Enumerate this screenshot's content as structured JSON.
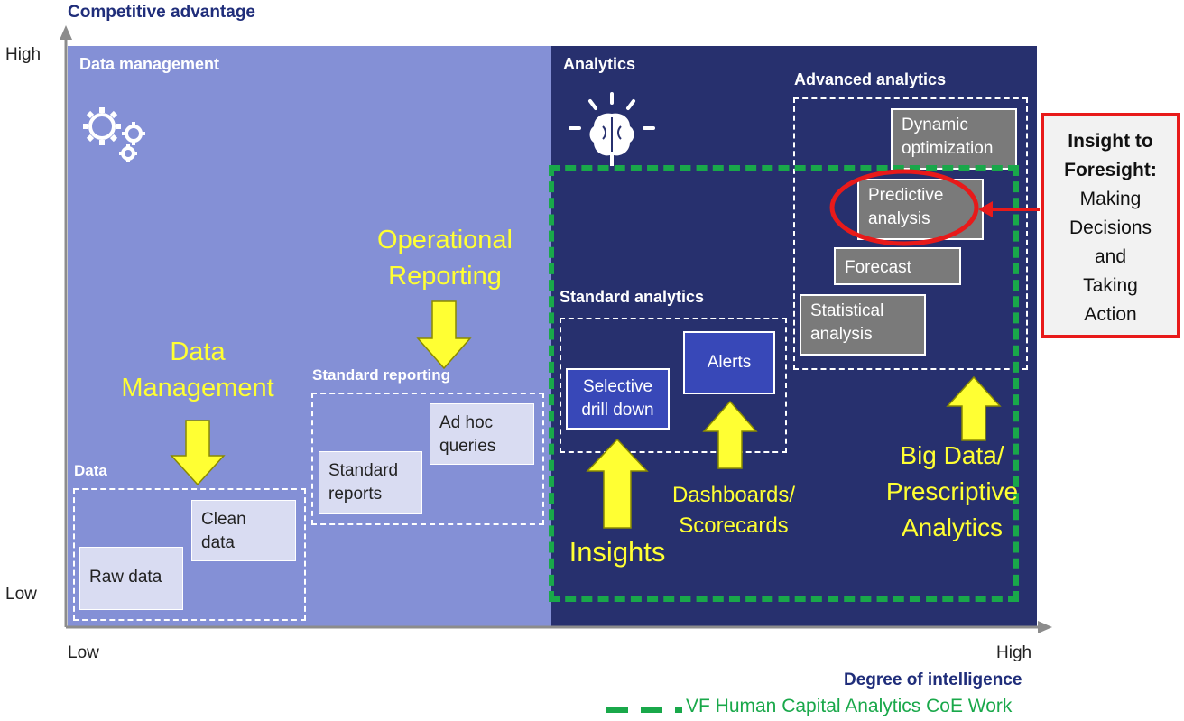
{
  "axes": {
    "y_title": "Competitive advantage",
    "x_title": "Degree of intelligence",
    "y_high": "High",
    "y_low": "Low",
    "x_low": "Low",
    "x_high": "High"
  },
  "panels": {
    "left_title": "Data management",
    "right_title": "Analytics"
  },
  "groups": {
    "data": "Data",
    "standard_reporting": "Standard reporting",
    "standard_analytics": "Standard analytics",
    "advanced_analytics": "Advanced analytics"
  },
  "boxes": {
    "raw_data": "Raw data",
    "clean_data": [
      "Clean",
      "data"
    ],
    "standard_reports": [
      "Standard",
      "reports"
    ],
    "ad_hoc_queries": [
      "Ad hoc",
      "queries"
    ],
    "selective_drill_down": [
      "Selective",
      "drill down"
    ],
    "alerts": "Alerts",
    "statistical_analysis": [
      "Statistical",
      "analysis"
    ],
    "forecast": "Forecast",
    "predictive_analysis": [
      "Predictive",
      "analysis"
    ],
    "dynamic_optimization": [
      "Dynamic",
      "optimization"
    ]
  },
  "annotations": {
    "data_management": [
      "Data",
      "Management"
    ],
    "operational_reporting": [
      "Operational",
      "Reporting"
    ],
    "insights": "Insights",
    "dashboards": [
      "Dashboards/",
      "Scorecards"
    ],
    "big_data": [
      "Big Data/",
      "Prescriptive",
      "Analytics"
    ]
  },
  "insight_callout": {
    "title_lines": [
      "Insight to",
      "Foresight:"
    ],
    "body_lines": [
      "Making",
      "Decisions",
      "and",
      "Taking",
      "Action"
    ]
  },
  "legend": {
    "label": "VF Human Capital Analytics CoE Work"
  },
  "colors": {
    "left_panel": "#8490d6",
    "right_panel": "#27306e",
    "annotation_yellow": "#ffff33",
    "coe_green": "#19a84a",
    "highlight_red": "#e81a1a"
  }
}
